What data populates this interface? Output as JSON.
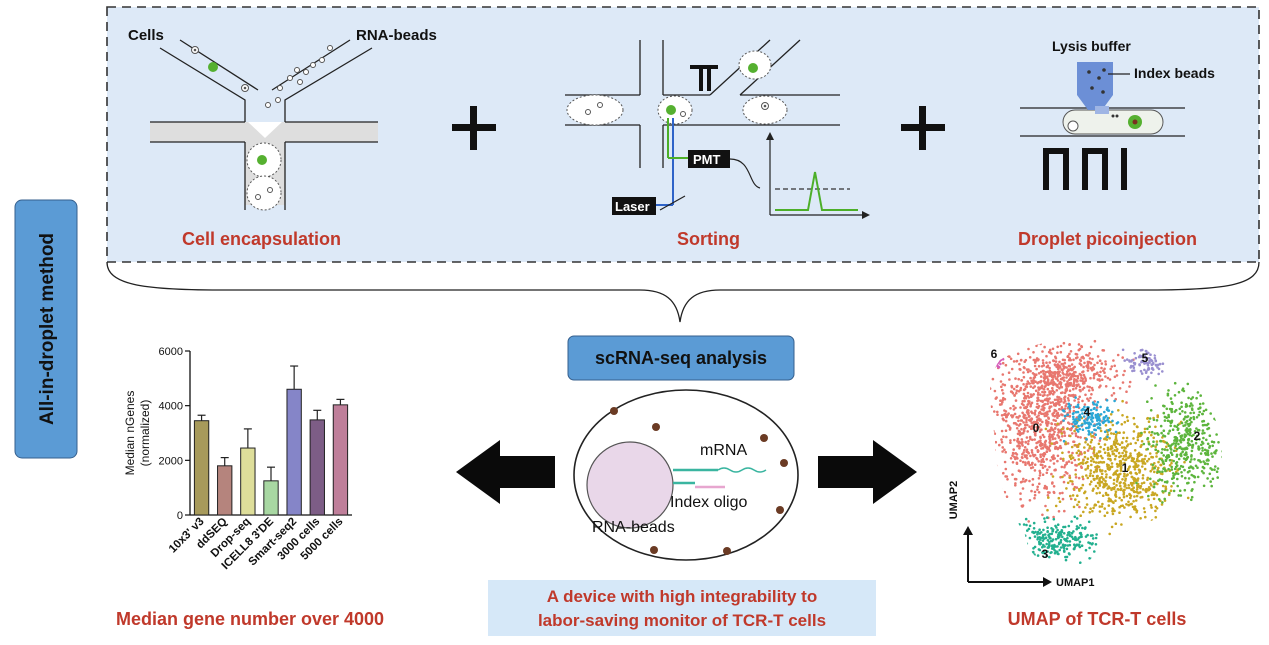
{
  "side_label": "All-in-droplet method",
  "encapsulation": {
    "cells_label": "Cells",
    "beads_label": "RNA-beads",
    "caption": "Cell encapsulation"
  },
  "sorting": {
    "pmt_label": "PMT",
    "laser_label": "Laser",
    "caption": "Sorting"
  },
  "picoinjection": {
    "lysis_label": "Lysis buffer",
    "index_label": "Index beads",
    "caption": "Droplet picoinjection"
  },
  "analysis_label": "scRNA-seq analysis",
  "device": {
    "mrna_label": "mRNA",
    "index_oligo_label": "Index oligo",
    "beads_label": "RNA-beads",
    "caption_line1": "A device with high integrability to",
    "caption_line2": "labor-saving monitor of TCR-T cells"
  },
  "colors": {
    "panel_bg": "#dde9f7",
    "side_bg": "#5b9bd5",
    "analysis_bg": "#5b9bd5",
    "caption_red": "#c0392b",
    "device_caption_bg": "#d6e8f8",
    "laser_blue": "#2e63c8",
    "signal_green": "#4caf28"
  },
  "chart_data": {
    "type": "bar",
    "categories": [
      "10x3' v3",
      "ddSEQ",
      "Drop-seq",
      "ICELL8 3'DE",
      "Smart-seq2",
      "3000 cells",
      "5000 cells"
    ],
    "values": [
      3450,
      1800,
      2450,
      1250,
      4600,
      3480,
      4030
    ],
    "errors": [
      200,
      300,
      700,
      500,
      850,
      350,
      200
    ],
    "colors": [
      "#a79a5b",
      "#b5847d",
      "#dede9a",
      "#a8d7a2",
      "#8585c8",
      "#7d5d86",
      "#bf7f9a"
    ],
    "ylabel_line1": "Median nGenes",
    "ylabel_line2": "(normalized)",
    "ylim": [
      0,
      6000
    ],
    "yticks": [
      "0",
      "2000",
      "4000",
      "6000"
    ],
    "caption": "Median gene number over 4000"
  },
  "umap": {
    "xlabel": "UMAP1",
    "ylabel": "UMAP2",
    "clusters": [
      {
        "label": "0",
        "color": "#e8776f"
      },
      {
        "label": "1",
        "color": "#c9a722"
      },
      {
        "label": "2",
        "color": "#5db53d"
      },
      {
        "label": "3",
        "color": "#22b08f"
      },
      {
        "label": "4",
        "color": "#2ba7d6"
      },
      {
        "label": "5",
        "color": "#9a90d0"
      },
      {
        "label": "6",
        "color": "#d65fb9"
      }
    ],
    "caption": "UMAP of TCR-T cells"
  }
}
